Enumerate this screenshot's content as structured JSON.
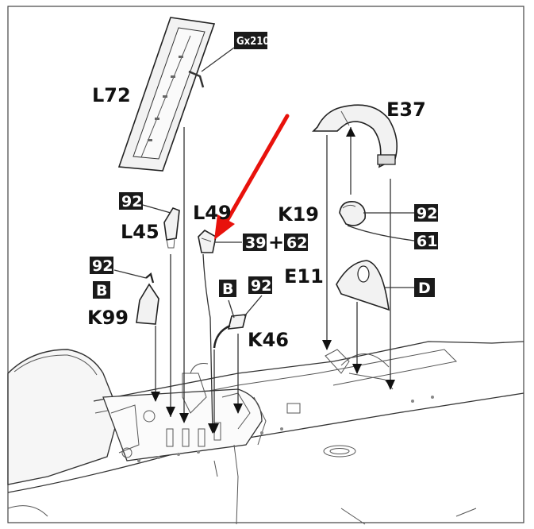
{
  "labels": {
    "l72": "L72",
    "e37": "E37",
    "l45": "L45",
    "l49": "L49",
    "k19": "K19",
    "e11": "E11",
    "k99": "K99",
    "k46": "K46"
  },
  "callouts": {
    "gx210": "Gx210",
    "n92_l45": "92",
    "n92_k99": "92",
    "b_k99": "B",
    "b_k46": "B",
    "n92_k46": "92",
    "n39": "39",
    "n62": "62",
    "plus": "+",
    "n92_k19": "92",
    "n61": "61",
    "d": "D"
  },
  "colors": {
    "callout_box": "#1a1a1a",
    "highlight_arrow": "#e8120c",
    "line": "#222222"
  }
}
